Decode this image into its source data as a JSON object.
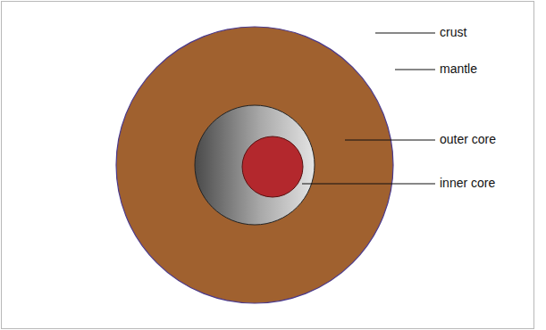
{
  "diagram": {
    "labels": [
      "crust",
      "mantle",
      "outer core",
      "inner core"
    ]
  }
}
